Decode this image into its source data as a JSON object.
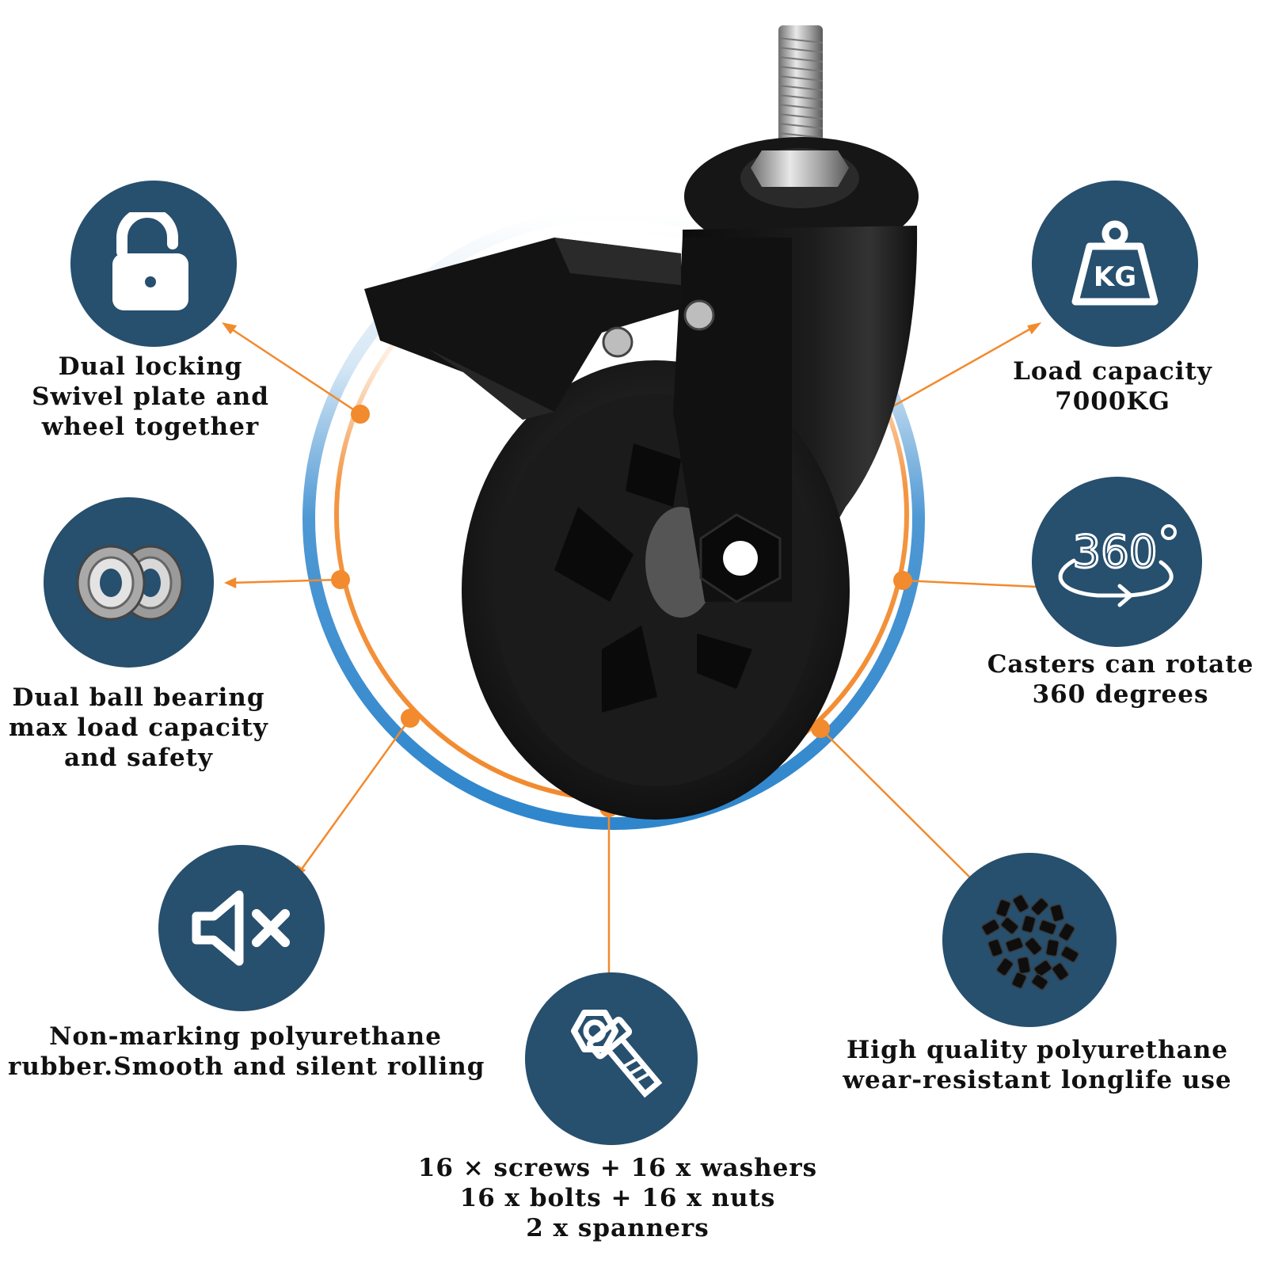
{
  "colors": {
    "icon_circle": "#274f6e",
    "accent_orange": "#f28a2e",
    "ring_blue": "#2f86cc",
    "text": "#111111"
  },
  "features": {
    "lock": {
      "icon": "unlock-padlock-icon",
      "lines": [
        "Dual locking",
        "Swivel plate and",
        "wheel together"
      ]
    },
    "load": {
      "icon": "kg-weight-icon",
      "icon_text": "KG",
      "lines": [
        "Load capacity",
        "7000KG"
      ]
    },
    "bearing": {
      "icon": "ball-bearing-icon",
      "lines": [
        "Dual ball bearing",
        "max load capacity",
        "and safety"
      ]
    },
    "rotate": {
      "icon": "rotate-360-icon",
      "icon_text": "360",
      "lines": [
        "Casters can rotate",
        "360 degrees"
      ]
    },
    "silent": {
      "icon": "mute-speaker-icon",
      "lines": [
        "Non-marking polyurethane",
        "rubber.Smooth and silent rolling"
      ]
    },
    "hardware": {
      "icon": "nut-bolt-icon",
      "lines": [
        "16 × screws + 16 x washers",
        "16 x bolts + 16 x nuts",
        "2 x spanners"
      ]
    },
    "material": {
      "icon": "polyurethane-pellets-icon",
      "lines": [
        "High quality polyurethane",
        "wear-resistant longlife use"
      ]
    }
  }
}
